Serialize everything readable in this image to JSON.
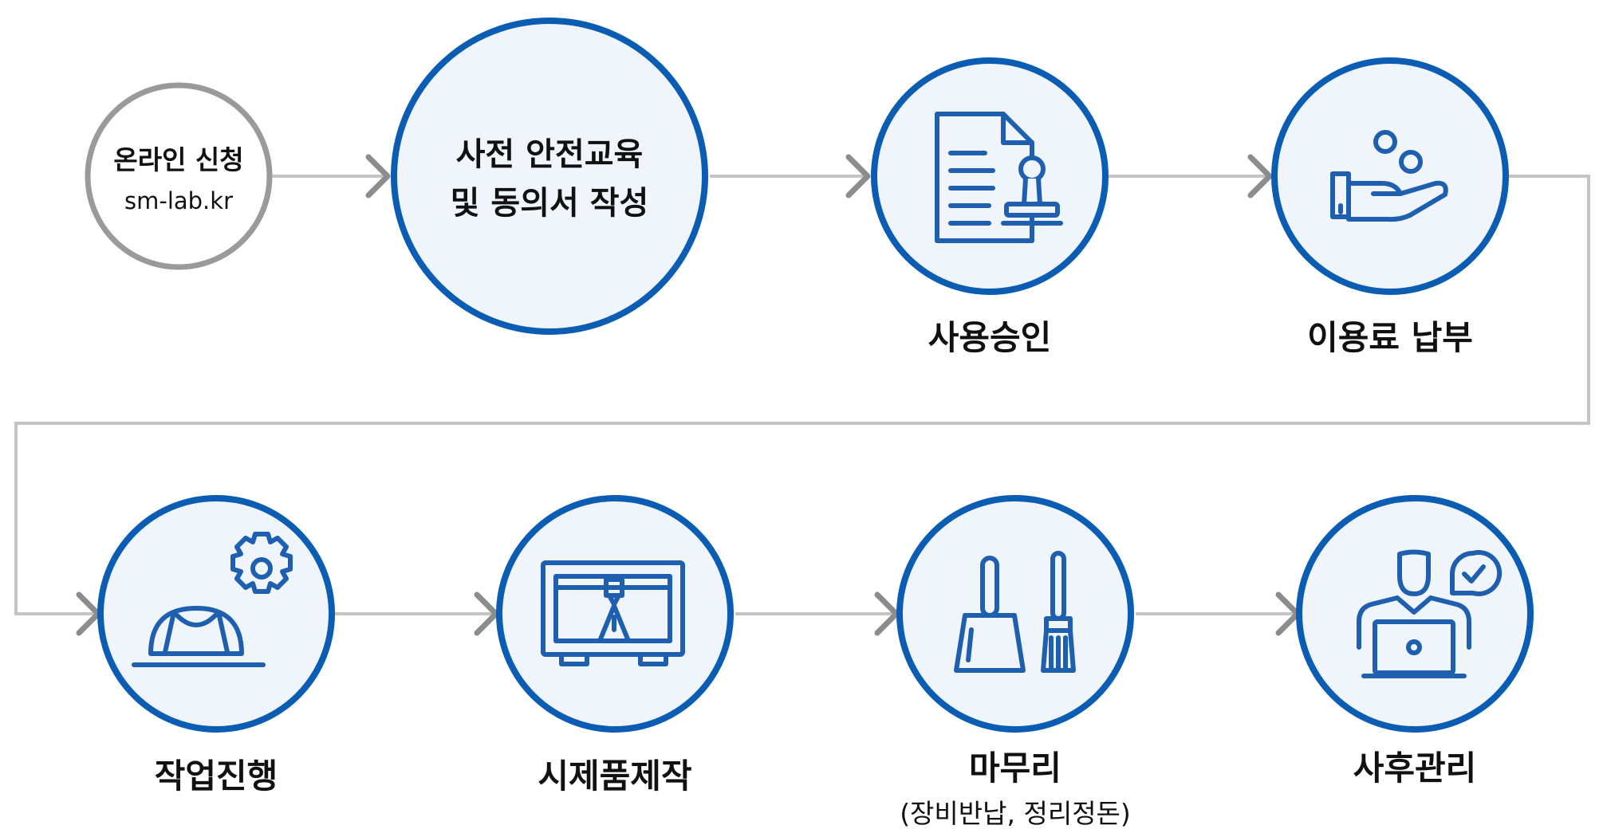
{
  "colors": {
    "accent_blue": "#0a5db3",
    "icon_blue": "#1f5fb0",
    "node_fill": "#eff5fa",
    "connector_gray": "#c4c4c4",
    "arrow_gray": "#8c8c8c",
    "start_ring_gray": "#9a9a9a",
    "text": "#111111"
  },
  "steps": [
    {
      "id": "online-apply",
      "title": "온라인 신청",
      "subtitle": "sm-lab.kr",
      "icon": ""
    },
    {
      "id": "safety-education",
      "title_line1": "사전 안전교육",
      "title_line2": "및 동의서 작성",
      "icon": ""
    },
    {
      "id": "usage-approval",
      "label": "사용승인",
      "icon": "document-stamp-icon"
    },
    {
      "id": "fee-payment",
      "label": "이용료 납부",
      "icon": "hand-coins-icon"
    },
    {
      "id": "work-progress",
      "label": "작업진행",
      "icon": "hardhat-gear-icon"
    },
    {
      "id": "prototype",
      "label": "시제품제작",
      "icon": "3d-printer-icon"
    },
    {
      "id": "finish",
      "label": "마무리",
      "note": "(장비반납, 정리정돈)",
      "icon": "dustpan-brush-icon"
    },
    {
      "id": "aftercare",
      "label": "사후관리",
      "icon": "user-laptop-check-icon"
    }
  ]
}
